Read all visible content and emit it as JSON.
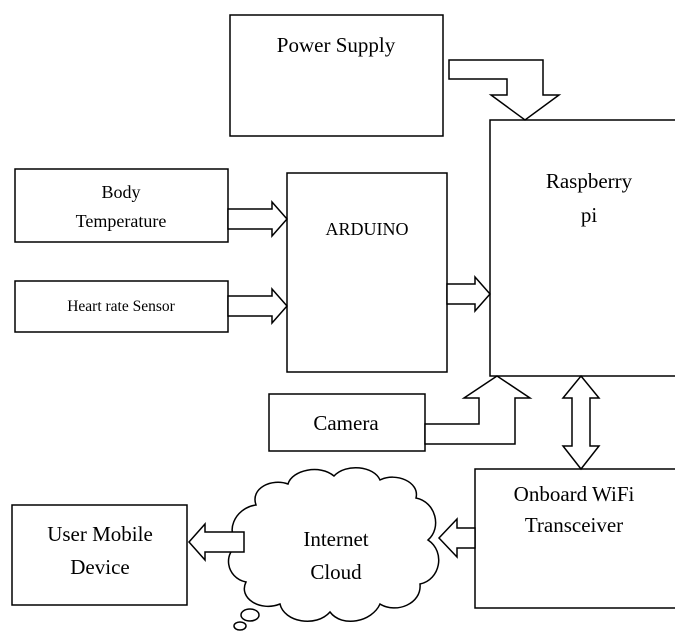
{
  "blocks": {
    "power_supply": "Power Supply",
    "raspberry_pi": {
      "line1": "Raspberry",
      "line2": "pi"
    },
    "body_temperature": {
      "line1": "Body",
      "line2": "Temperature"
    },
    "arduino": "ARDUINO",
    "heart_rate_sensor": "Heart rate Sensor",
    "camera": "Camera",
    "wifi_transceiver": {
      "line1": "Onboard WiFi",
      "line2": "Transceiver"
    },
    "internet_cloud": {
      "line1": "Internet",
      "line2": "Cloud"
    },
    "user_mobile_device": {
      "line1": "User Mobile",
      "line2": "Device"
    }
  },
  "colors": {
    "stroke": "#000000",
    "fill": "#ffffff"
  }
}
